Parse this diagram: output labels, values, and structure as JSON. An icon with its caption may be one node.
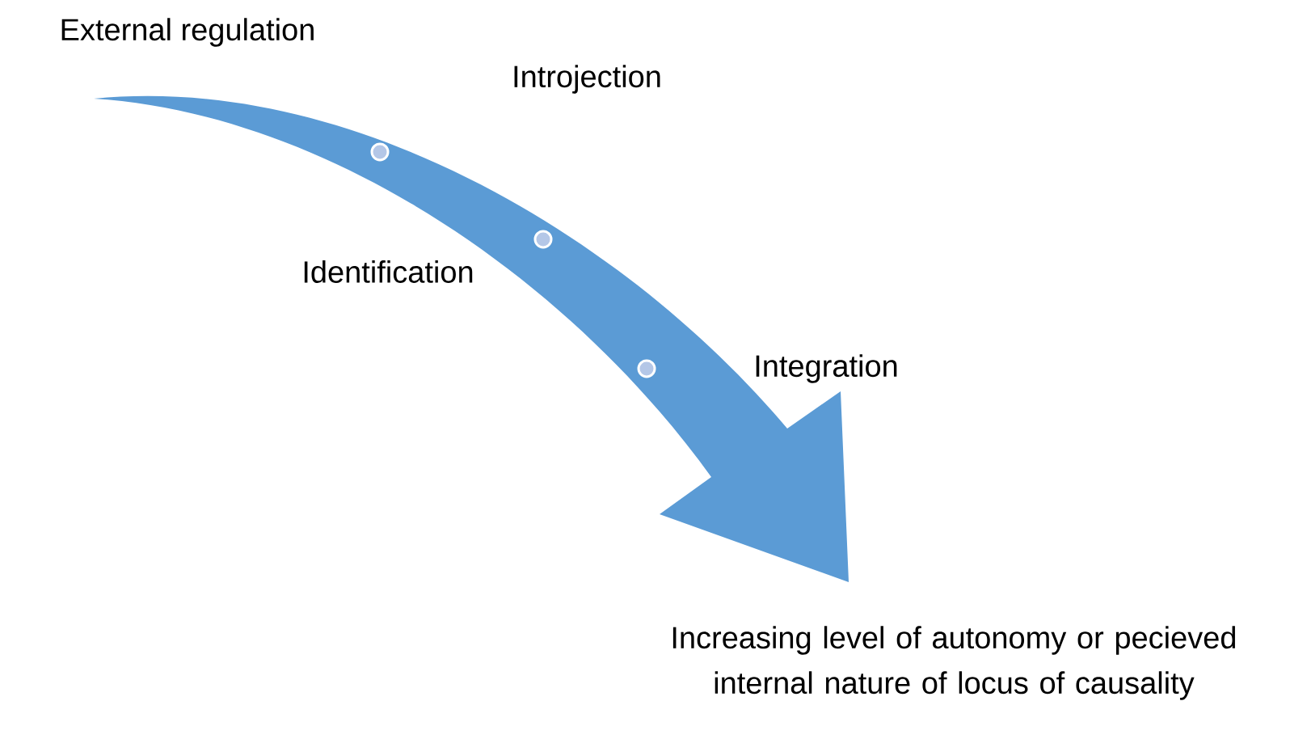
{
  "diagram": {
    "labels": [
      "External regulation",
      "Introjection",
      "Identification",
      "Integration",
      "Increasing level of autonomy or pecieved internal nature of locus of causality"
    ]
  }
}
